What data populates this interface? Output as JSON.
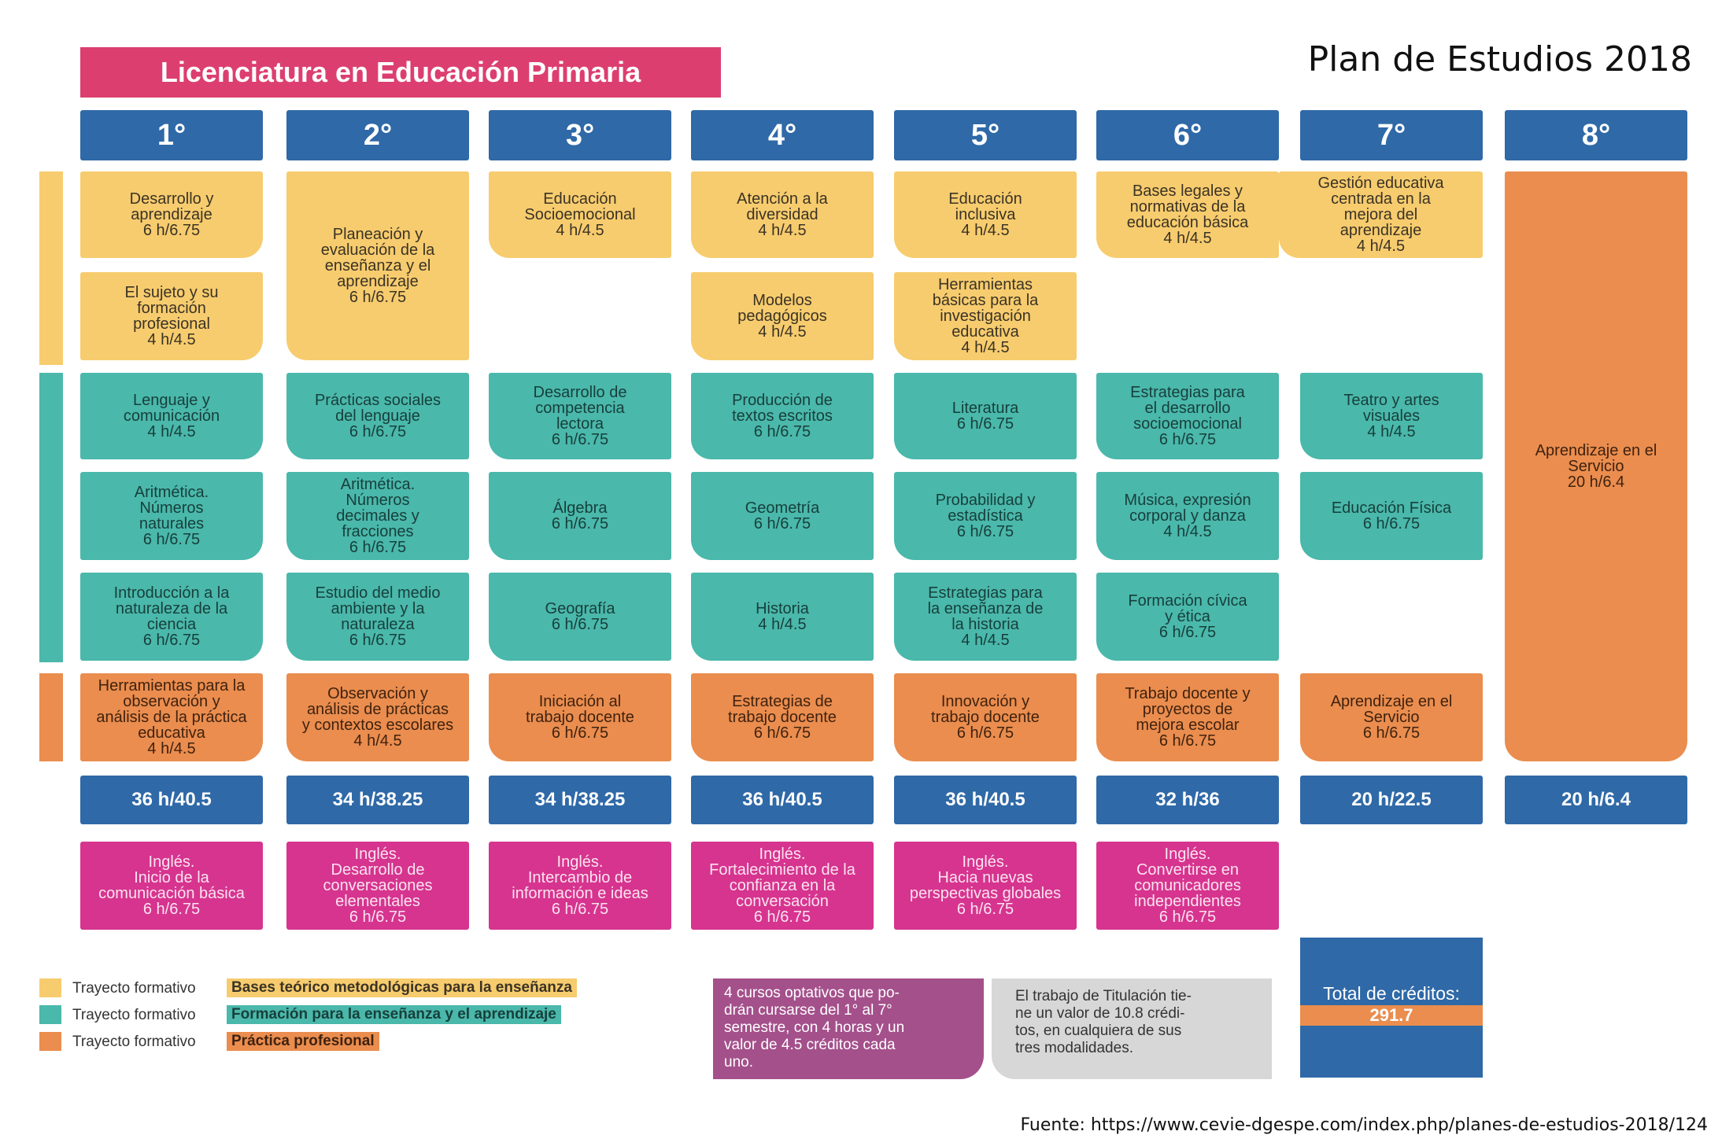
{
  "title": "Licenciatura en Educación Primaria",
  "plan_title": "Plan de Estudios 2018",
  "semesters": [
    "1°",
    "2°",
    "3°",
    "4°",
    "5°",
    "6°",
    "7°",
    "8°"
  ],
  "courses": [
    {
      "text": "Desarrollo y\naprendizaje\n6 h/6.75",
      "trayecto": "bases"
    },
    {
      "text": "El sujeto y su\nformación\nprofesional\n4 h/4.5",
      "trayecto": "bases"
    },
    {
      "text": "Lenguaje y\ncomunicación\n4 h/4.5",
      "trayecto": "formacion"
    },
    {
      "text": "Aritmética.\nNúmeros\nnaturales\n6 h/6.75",
      "trayecto": "formacion"
    },
    {
      "text": "Introducción a la\nnaturaleza de la\nciencia\n6 h/6.75",
      "trayecto": "formacion"
    },
    {
      "text": "Herramientas para la\nobservación y\nanálisis de la práctica\neducativa\n4 h/4.5",
      "trayecto": "practica"
    },
    {
      "text": "Planeación y\nevaluación de la\nenseñanza y el\naprendizaje\n6 h/6.75",
      "trayecto": "bases"
    },
    {
      "text": "Prácticas sociales\ndel lenguaje\n6 h/6.75",
      "trayecto": "formacion"
    },
    {
      "text": "Aritmética.\nNúmeros\ndecimales y\nfracciones\n6 h/6.75",
      "trayecto": "formacion"
    },
    {
      "text": "Estudio del medio\nambiente y la\nnaturaleza\n6 h/6.75",
      "trayecto": "formacion"
    },
    {
      "text": "Observación y\nanálisis de prácticas\ny contextos escolares\n4 h/4.5",
      "trayecto": "practica"
    },
    {
      "text": "Educación\nSocioemocional\n4 h/4.5",
      "trayecto": "bases"
    },
    {
      "text": "Desarrollo de\ncompetencia\nlectora\n6 h/6.75",
      "trayecto": "formacion"
    },
    {
      "text": "Álgebra\n6 h/6.75",
      "trayecto": "formacion"
    },
    {
      "text": "Geografía\n6 h/6.75",
      "trayecto": "formacion"
    },
    {
      "text": "Iniciación al\ntrabajo docente\n6 h/6.75",
      "trayecto": "practica"
    },
    {
      "text": "Atención a la\ndiversidad\n4 h/4.5",
      "trayecto": "bases"
    },
    {
      "text": "Modelos\npedagógicos\n4 h/4.5",
      "trayecto": "bases"
    },
    {
      "text": "Producción de\ntextos escritos\n6 h/6.75",
      "trayecto": "formacion"
    },
    {
      "text": "Geometría\n6 h/6.75",
      "trayecto": "formacion"
    },
    {
      "text": "Historia\n4 h/4.5",
      "trayecto": "formacion"
    },
    {
      "text": "Estrategias de\ntrabajo docente\n6 h/6.75",
      "trayecto": "practica"
    },
    {
      "text": "Educación\ninclusiva\n4 h/4.5",
      "trayecto": "bases"
    },
    {
      "text": "Herramientas\nbásicas para la\ninvestigación\neducativa\n4 h/4.5",
      "trayecto": "bases"
    },
    {
      "text": "Literatura\n6 h/6.75",
      "trayecto": "formacion"
    },
    {
      "text": "Probabilidad y\nestadística\n6 h/6.75",
      "trayecto": "formacion"
    },
    {
      "text": "Estrategias para\nla enseñanza de\nla historia\n4 h/4.5",
      "trayecto": "formacion"
    },
    {
      "text": "Innovación y\ntrabajo docente\n6 h/6.75",
      "trayecto": "practica"
    },
    {
      "text": "Bases legales y\nnormativas de la\neducación básica\n4 h/4.5",
      "trayecto": "bases"
    },
    {
      "text": "Estrategias para\nel desarrollo\nsocioemocional\n6 h/6.75",
      "trayecto": "formacion"
    },
    {
      "text": "Música, expresión\ncorporal y danza\n4 h/4.5",
      "trayecto": "formacion"
    },
    {
      "text": "Formación cívica\ny ética\n6 h/6.75",
      "trayecto": "formacion"
    },
    {
      "text": "Trabajo docente y\nproyectos de\nmejora escolar\n6 h/6.75",
      "trayecto": "practica"
    },
    {
      "text": "Gestión educativa\ncentrada en la\nmejora del\naprendizaje\n4 h/4.5",
      "trayecto": "bases"
    },
    {
      "text": "Teatro y artes\nvisuales\n4 h/4.5",
      "trayecto": "formacion"
    },
    {
      "text": "Educación Física\n6 h/6.75",
      "trayecto": "formacion"
    },
    {
      "text": "Aprendizaje en el\nServicio\n6 h/6.75",
      "trayecto": "practica"
    },
    {
      "text": "Aprendizaje en el\nServicio\n20 h/6.4",
      "trayecto": "practica"
    }
  ],
  "semester_totals": [
    "36 h/40.5",
    "34 h/38.25",
    "34 h/38.25",
    "36 h/40.5",
    "36 h/40.5",
    "32 h/36",
    "20 h/22.5",
    "20 h/6.4"
  ],
  "ingles": [
    "Inglés.\nInicio de la\ncomunicación básica\n6 h/6.75",
    "Inglés.\nDesarrollo de\nconversaciones\nelementales\n6 h/6.75",
    "Inglés.\nIntercambio de\ninformación e ideas\n6 h/6.75",
    "Inglés.\nFortalecimiento de la\nconfianza en la\nconversación\n6 h/6.75",
    "Inglés.\nHacia nuevas\nperspectivas globales\n6 h/6.75",
    "Inglés.\nConvertirse en\ncomunicadores\nindependientes\n6 h/6.75"
  ],
  "legend": [
    {
      "prefix": "Trayecto formativo",
      "name": "Bases teórico metodológicas para la enseñanza",
      "color": "#f7cc6e"
    },
    {
      "prefix": "Trayecto formativo",
      "name": "Formación para la enseñanza y el aprendizaje",
      "color": "#4ab8ab"
    },
    {
      "prefix": "Trayecto formativo",
      "name": "Práctica profesional",
      "color": "#ea8d4e"
    }
  ],
  "notes": {
    "optativos": "4 cursos optativos que po-\ndrán cursarse del 1° al 7°\nsemestre, con 4 horas y un\nvalor de 4.5 créditos cada\nuno.",
    "titulacion": "El trabajo de Titulación tie-\nne un valor de 10.8 crédi-\ntos, en cualquiera de sus\ntres modalidades."
  },
  "total_creditos": {
    "label": "Total de créditos:",
    "value": "291.7"
  },
  "fuente": "Fuente: https://www.cevie-dgespe.com/index.php/planes-de-estudios-2018/124",
  "colors": {
    "bases": "#f7cc6e",
    "formacion": "#4ab8ab",
    "practica": "#ea8d4e",
    "ingles": "#d6348f",
    "header": "#2f69a7",
    "title": "#dc3f6f"
  }
}
